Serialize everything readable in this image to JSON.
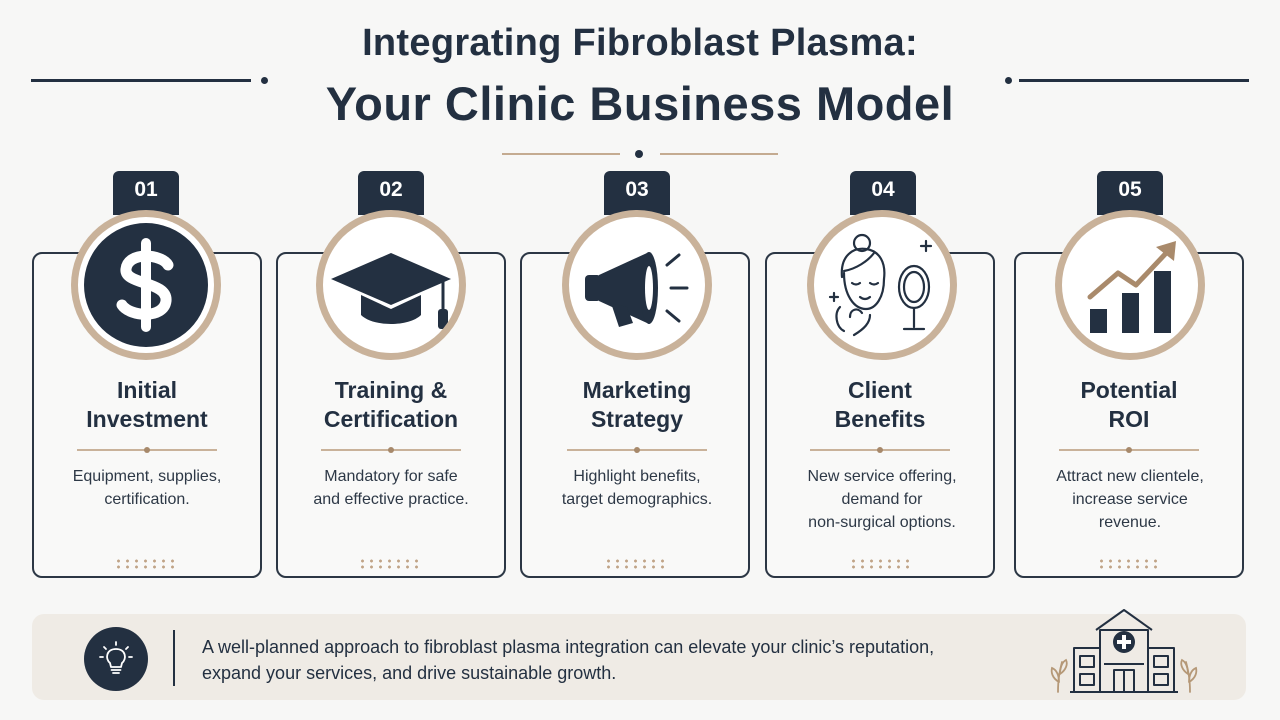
{
  "title": {
    "line1": "Integrating Fibroblast Plasma:",
    "line2": "Your Clinic Business Model"
  },
  "steps": [
    {
      "number": "01",
      "icon": "dollar-sign-icon",
      "title_line1": "Initial",
      "title_line2": "Investment",
      "desc": [
        "Equipment, supplies,",
        "certification."
      ]
    },
    {
      "number": "02",
      "icon": "graduation-cap-icon",
      "title_line1": "Training &",
      "title_line2": "Certification",
      "desc": [
        "Mandatory for safe",
        "and effective practice."
      ]
    },
    {
      "number": "03",
      "icon": "megaphone-icon",
      "title_line1": "Marketing",
      "title_line2": "Strategy",
      "desc": [
        "Highlight benefits,",
        "target demographics."
      ]
    },
    {
      "number": "04",
      "icon": "woman-mirror-icon",
      "title_line1": "Client",
      "title_line2": "Benefits",
      "desc": [
        "New service offering,",
        "demand for",
        "non-surgical options."
      ]
    },
    {
      "number": "05",
      "icon": "growth-chart-icon",
      "title_line1": "Potential",
      "title_line2": "ROI",
      "desc": [
        "Attract new clientele,",
        "increase service",
        "revenue."
      ]
    }
  ],
  "footer": {
    "icon": "lightbulb-icon",
    "line1": "A well-planned approach to fibroblast plasma integration can elevate your clinic’s reputation,",
    "line2": "expand your services, and drive sustainable growth.",
    "illustration": "clinic-building-icon"
  },
  "colors": {
    "navy": "#233041",
    "tan": "#c9b29a",
    "background": "#f7f7f6"
  }
}
